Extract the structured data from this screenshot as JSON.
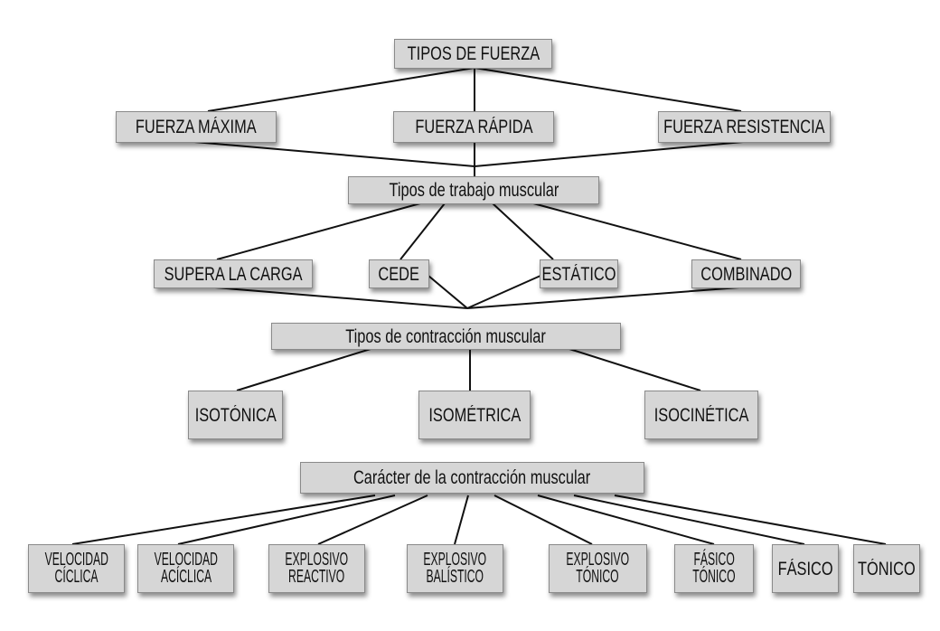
{
  "root": "TIPOS DE FUERZA",
  "fuerza": [
    "FUERZA MÁXIMA",
    "FUERZA RÁPIDA",
    "FUERZA RESISTENCIA"
  ],
  "trabajo_title": "Tipos de trabajo muscular",
  "trabajo": [
    "SUPERA LA CARGA",
    "CEDE",
    "ESTÁTICO",
    "COMBINADO"
  ],
  "contraccion_title": "Tipos de contracción muscular",
  "contraccion": [
    "ISOTÓNICA",
    "ISOMÉTRICA",
    "ISOCINÉTICA"
  ],
  "caracter_title": "Carácter de la contracción muscular",
  "caracter": [
    {
      "l1": "VELOCIDAD",
      "l2": "CÍCLICA"
    },
    {
      "l1": "VELOCIDAD",
      "l2": "ACÍCLICA"
    },
    {
      "l1": "EXPLOSIVO",
      "l2": "REACTIVO"
    },
    {
      "l1": "EXPLOSIVO",
      "l2": "BALÍSTICO"
    },
    {
      "l1": "EXPLOSIVO",
      "l2": "TÓNICO"
    },
    {
      "l1": "FÁSICO",
      "l2": "TÓNICO"
    },
    {
      "l1": "FÁSICO"
    },
    {
      "l1": "TÓNICO"
    }
  ]
}
